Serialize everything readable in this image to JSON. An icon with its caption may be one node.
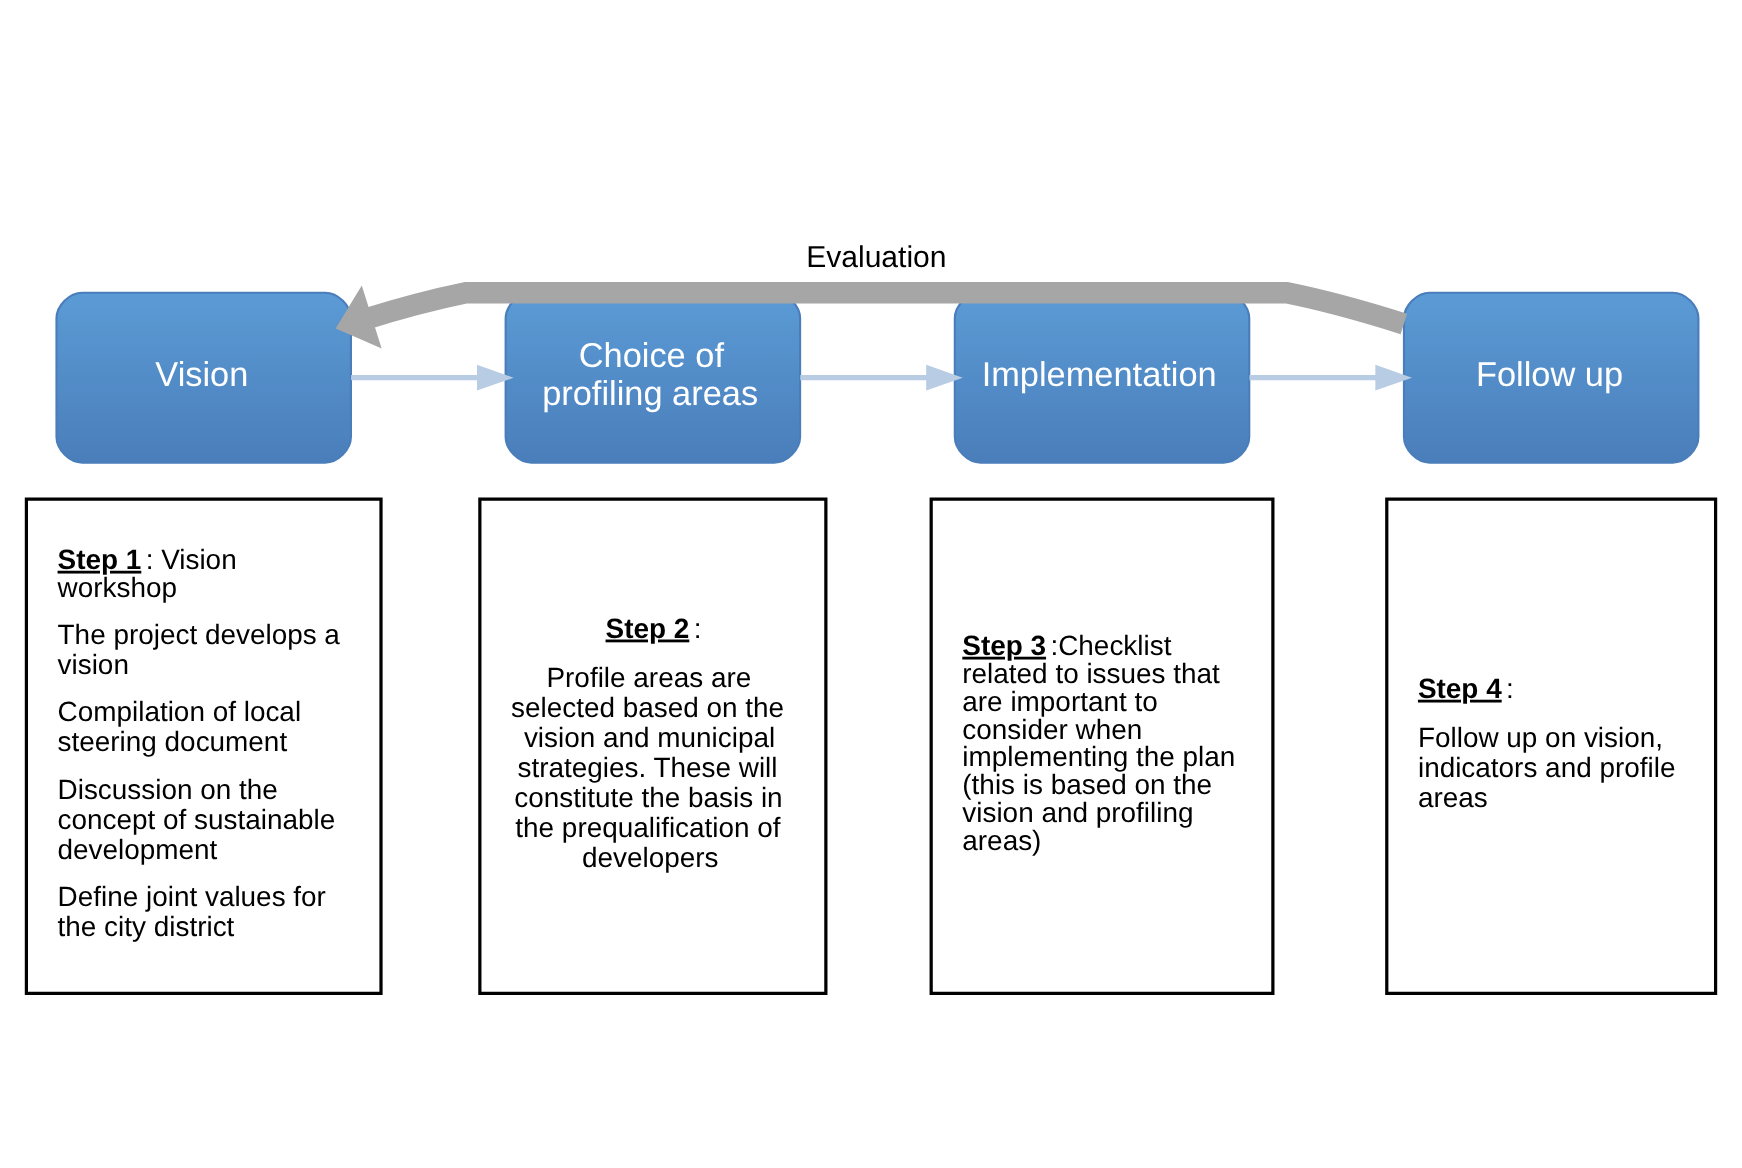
{
  "diagram": {
    "nodes": [
      {
        "text": [
          "Vision"
        ]
      },
      {
        "text": [
          "Choice of profiling areas"
        ]
      },
      {
        "text": [
          "Implementation"
        ]
      },
      {
        "text": [
          "Follow up"
        ]
      },
      {
        "text": [
          "**Step 1**: Vision workshop",
          "The project develops a vision",
          "Compilation of local steering document",
          "Discussion on the concept of sustainable development",
          "Define joint values for the city district"
        ]
      },
      {
        "text": [
          "**Step 2**:",
          "Profile areas are selected based on the vision and municipal strategies. These will constitute the basis in the prequalification of developers"
        ]
      },
      {
        "text": [
          "**Step 3**:Checklist related to issues that are important to consider when implementing the plan (this is based on the vision and profiling areas)"
        ]
      },
      {
        "text": [
          "**Step 4**:",
          "Follow up on vision, indicators and profile areas"
        ]
      }
    ],
    "edges": [
      {
        "from": 0,
        "to": 1,
        "arrow": "to",
        "color": "#b8cce4"
      },
      {
        "from": 1,
        "to": 2,
        "arrow": "to",
        "color": "#b8cce4"
      },
      {
        "from": 2,
        "to": 3,
        "arrow": "to",
        "color": "#b8cce4"
      },
      {
        "from": 3,
        "to": 0,
        "arrow": "to",
        "label": "Evaluation",
        "style": "thick",
        "color": "#a6a6a6"
      }
    ]
  }
}
